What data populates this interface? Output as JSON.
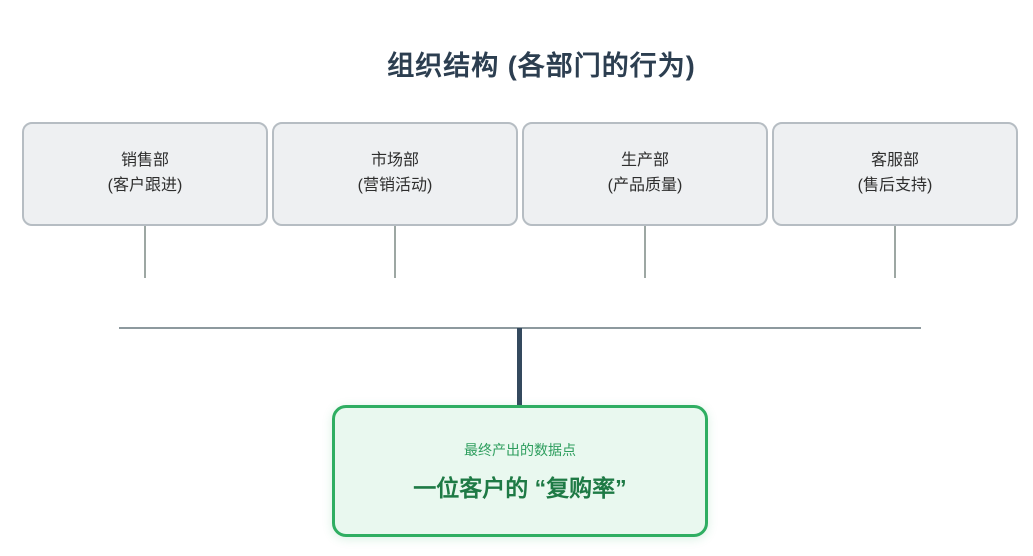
{
  "title": "组织结构 (各部门的行为)",
  "departments": [
    {
      "name": "销售部",
      "sub": "(客户跟进)"
    },
    {
      "name": "市场部",
      "sub": "(营销活动)"
    },
    {
      "name": "生产部",
      "sub": "(产品质量)"
    },
    {
      "name": "客服部",
      "sub": "(售后支持)"
    }
  ],
  "result": {
    "caption": "最终产出的数据点",
    "title": "一位客户的 “复购率”"
  },
  "colors": {
    "title_text": "#2c3e50",
    "dept_box_bg": "#eef0f2",
    "dept_box_border": "#b6bdc3",
    "connector_gray": "#8d999e",
    "trunk_navy": "#34495e",
    "result_border_green": "#2fae62",
    "result_bg_green": "#e9f8ef",
    "result_caption_green": "#2e9e5e",
    "result_title_green": "#1e7a45"
  }
}
